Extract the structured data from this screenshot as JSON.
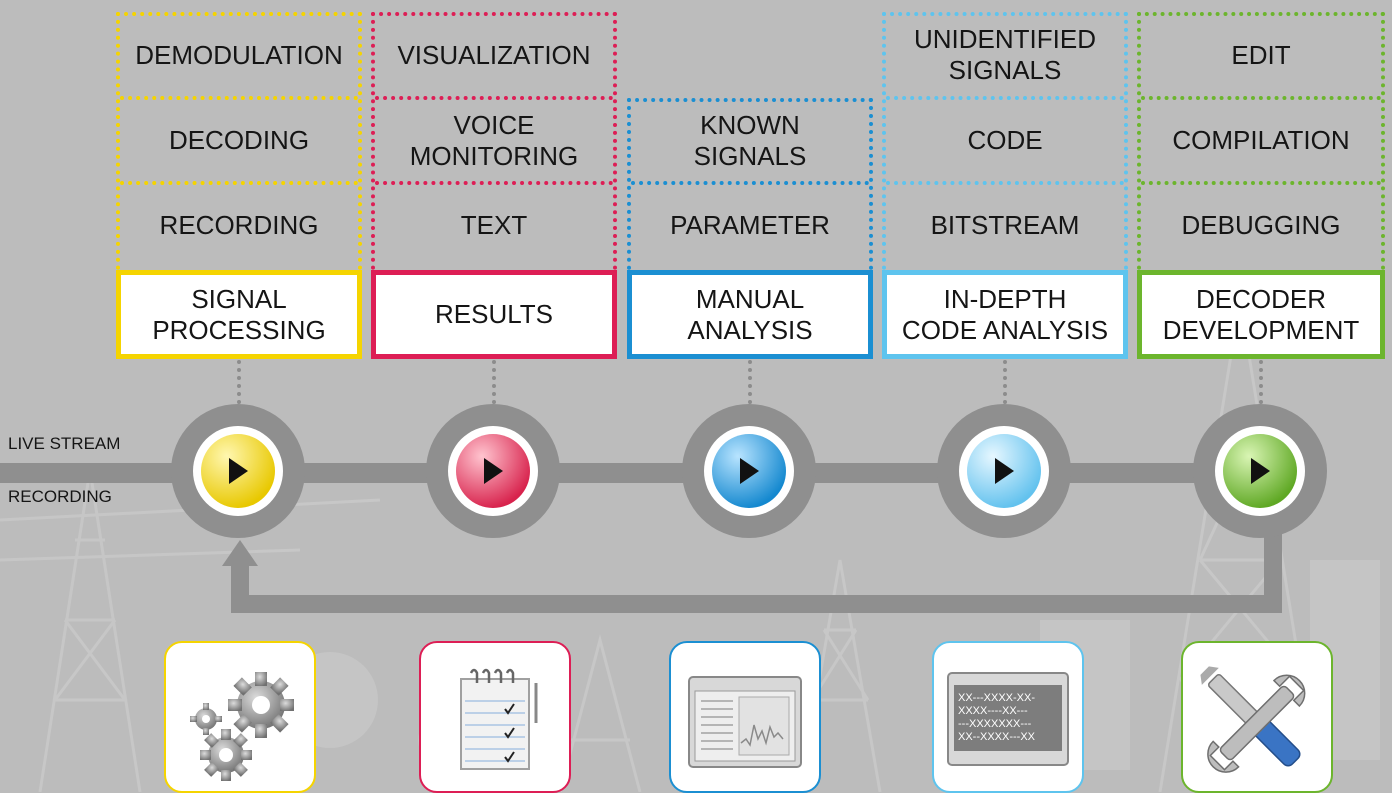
{
  "inputs": {
    "live_stream": "LIVE STREAM",
    "recording": "RECORDING"
  },
  "stages": [
    {
      "title": "SIGNAL\nPROCESSING",
      "color": "#f5d400",
      "ball": [
        "#fff7b0",
        "#e8c800"
      ],
      "items": [
        "DEMODULATION",
        "DECODING",
        "RECORDING"
      ],
      "icon": "gears-icon"
    },
    {
      "title": "RESULTS",
      "color": "#dd1e55",
      "ball": [
        "#ffc4cf",
        "#d8234d"
      ],
      "items": [
        "VISUALIZATION",
        "VOICE\nMONITORING",
        "TEXT"
      ],
      "icon": "notepad-checklist-icon"
    },
    {
      "title": "MANUAL\nANALYSIS",
      "color": "#1b8fd2",
      "ball": [
        "#b8e4ff",
        "#1488cf"
      ],
      "items": [
        "KNOWN\nSIGNALS",
        "PARAMETER"
      ],
      "icon": "analysis-window-icon"
    },
    {
      "title": "IN-DEPTH\nCODE ANALYSIS",
      "color": "#5ec4ee",
      "ball": [
        "#e6f7ff",
        "#63c2ee"
      ],
      "items": [
        "UNIDENTIFIED\nSIGNALS",
        "CODE",
        "BITSTREAM"
      ],
      "icon": "bitstream-window-icon",
      "icon_text": [
        "XX---XXXX-XX-",
        "XXXX----XX---",
        "---XXXXXXX---",
        "XX--XXXX---XX"
      ]
    },
    {
      "title": "DECODER\nDEVELOPMENT",
      "color": "#6cb52d",
      "ball": [
        "#d9f5b4",
        "#5fa824"
      ],
      "items": [
        "EDIT",
        "COMPILATION",
        "DEBUGGING"
      ],
      "icon": "wrench-screwdriver-icon"
    }
  ]
}
